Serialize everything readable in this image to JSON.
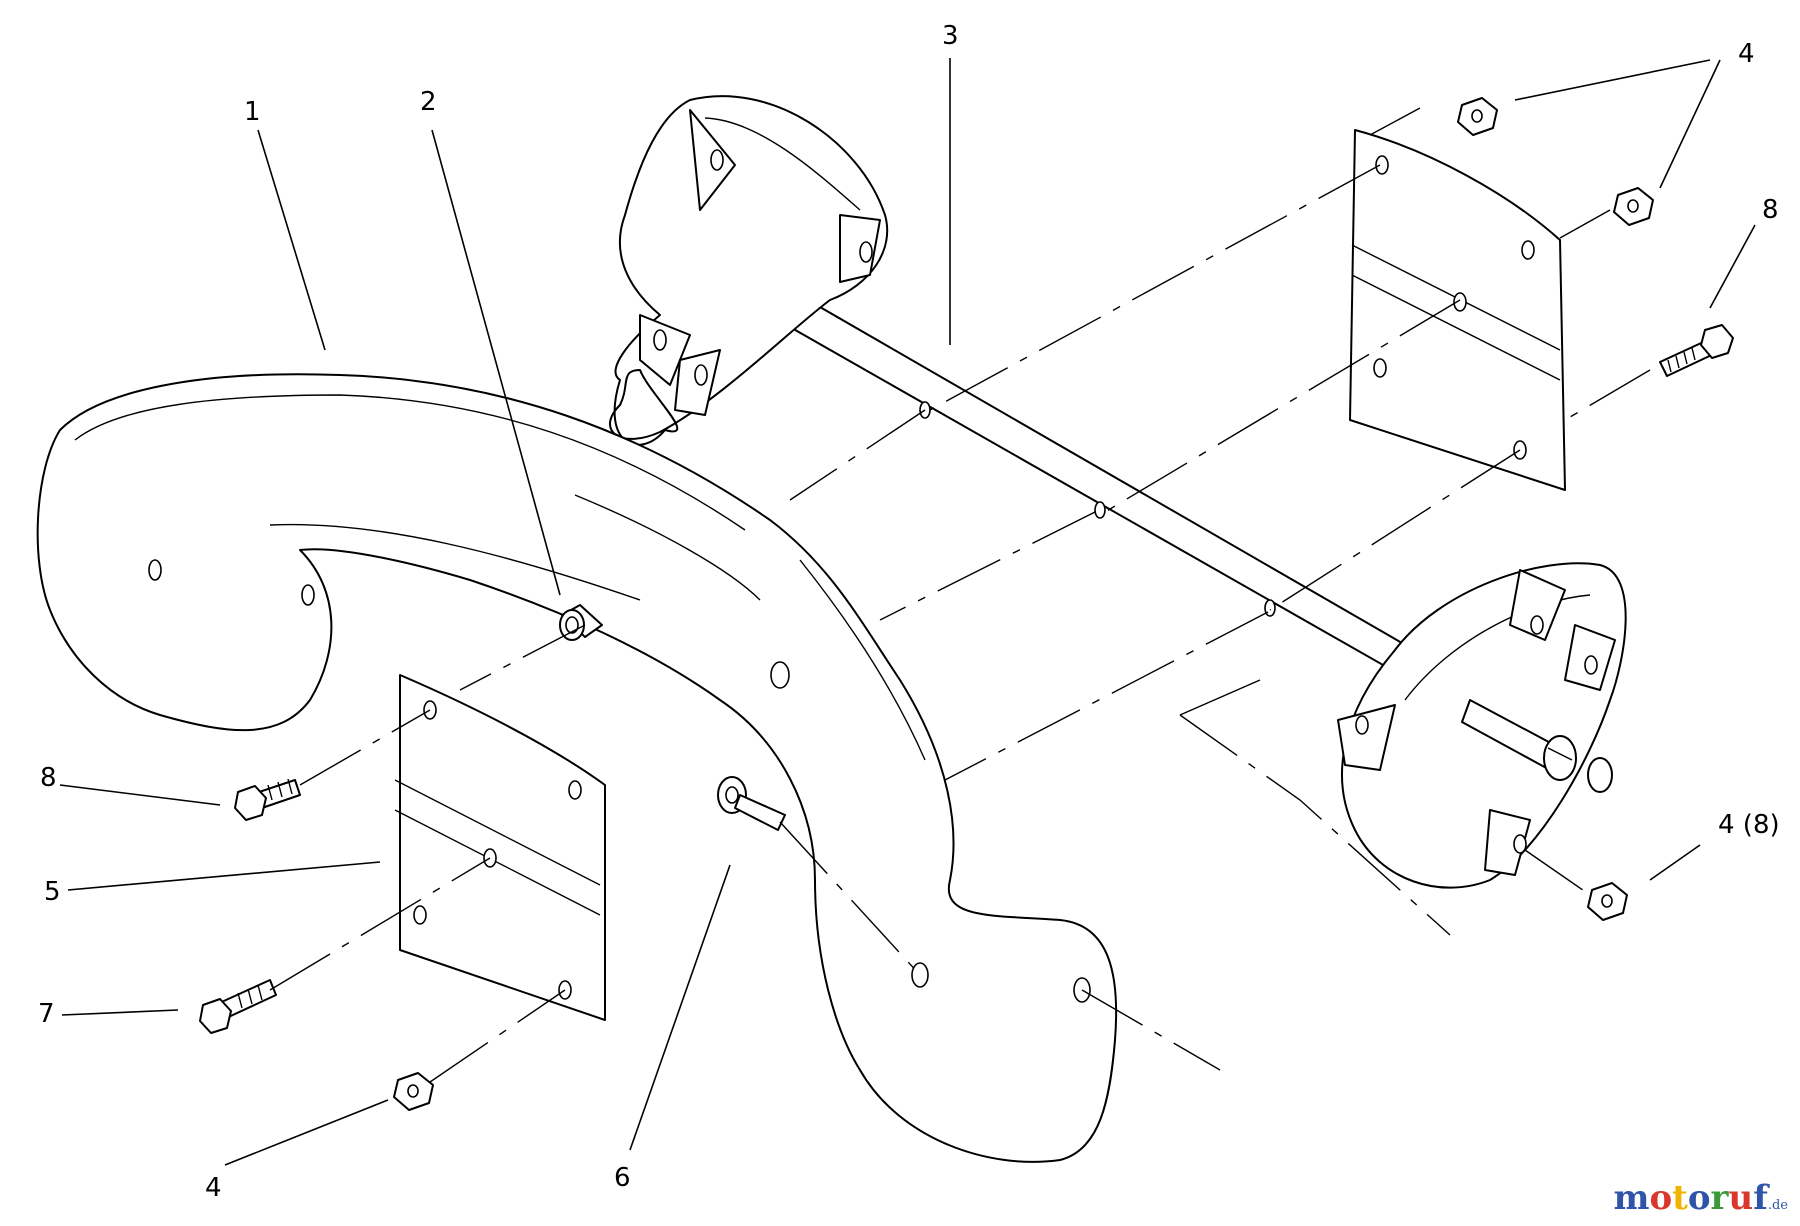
{
  "callouts": {
    "c1": "1",
    "c2": "2",
    "c3": "3",
    "c4_top": "4",
    "c8_right": "8",
    "c8_left": "8",
    "c5": "5",
    "c7": "7",
    "c4_bottom": "4",
    "c6": "6",
    "c4_8": "4 (8)"
  },
  "watermark": {
    "text": "motoruf",
    "suffix": ".de",
    "colors": [
      "#2f54a8",
      "#d9372b",
      "#f0b400",
      "#2f54a8",
      "#3a9a3a",
      "#d9372b",
      "#2f54a8"
    ]
  }
}
